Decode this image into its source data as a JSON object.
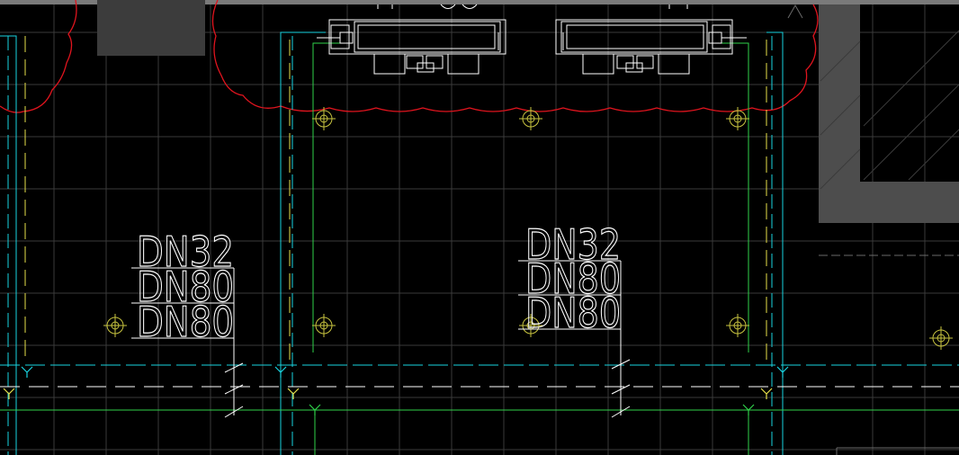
{
  "drawing": {
    "background_color": "#000000",
    "colors": {
      "grid": "#3a3a3a",
      "cyan": "#19d3e0",
      "green": "#2fd24a",
      "red": "#e0141e",
      "yellow": "#e6e04a",
      "white": "#ffffff",
      "wall_gray": "#4d4d4d",
      "block_gray": "#3c3c3c"
    },
    "labels": {
      "left_group": [
        "DN32",
        "DN80",
        "DN80"
      ],
      "right_group": [
        "DN32",
        "DN80",
        "DN80"
      ]
    },
    "icons": {
      "equipment": "air-handler-unit-icon",
      "column_marker": "column-circle-marker-icon",
      "pipe_symbol": "y-valve-symbol-icon",
      "revision_cloud": "revision-cloud-icon"
    }
  }
}
